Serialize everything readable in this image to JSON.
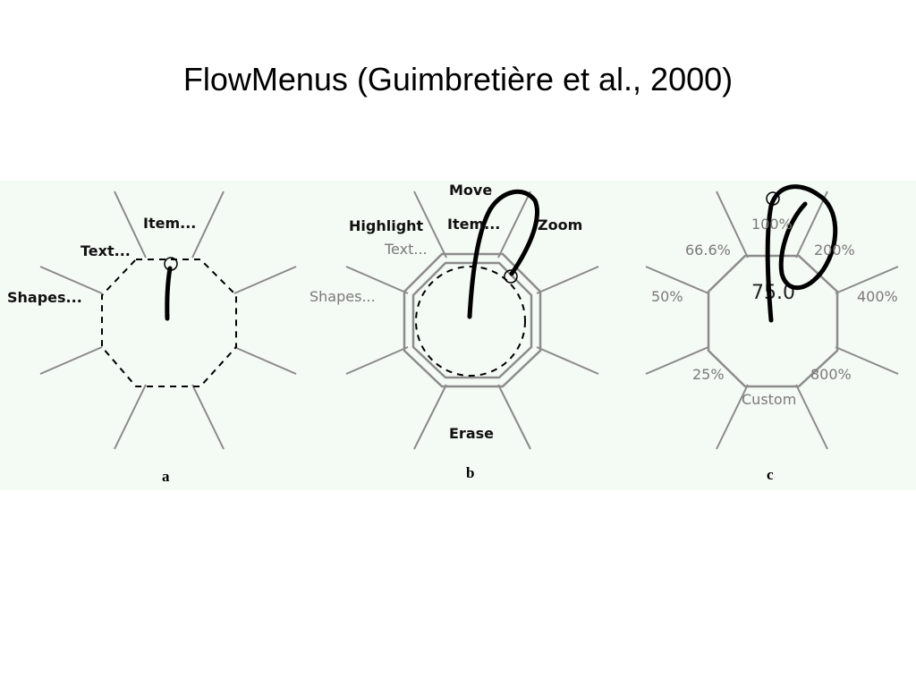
{
  "slide": {
    "title": "FlowMenus (Guimbretière et al., 2000)"
  },
  "panels": [
    {
      "caption": "a",
      "labels": {
        "item": "Item...",
        "text": "Text...",
        "shapes": "Shapes..."
      }
    },
    {
      "caption": "b",
      "labels": {
        "move": "Move",
        "highlight": "Highlight",
        "item": "Item...",
        "zoom": "Zoom",
        "text": "Text...",
        "shapes": "Shapes...",
        "erase": "Erase"
      }
    },
    {
      "caption": "c",
      "labels": {
        "p100": "100%",
        "p66": "66.6%",
        "p200": "200%",
        "p50": "50%",
        "p400": "400%",
        "p25": "25%",
        "p800": "800%",
        "custom": "Custom",
        "value": "75.0"
      }
    }
  ],
  "colors": {
    "background": "#ffffff",
    "figure_background": "#f4faf4",
    "menu_lines": "#8a8a8a",
    "ink": "#000000",
    "inactive_label": "#7a7a7a"
  }
}
